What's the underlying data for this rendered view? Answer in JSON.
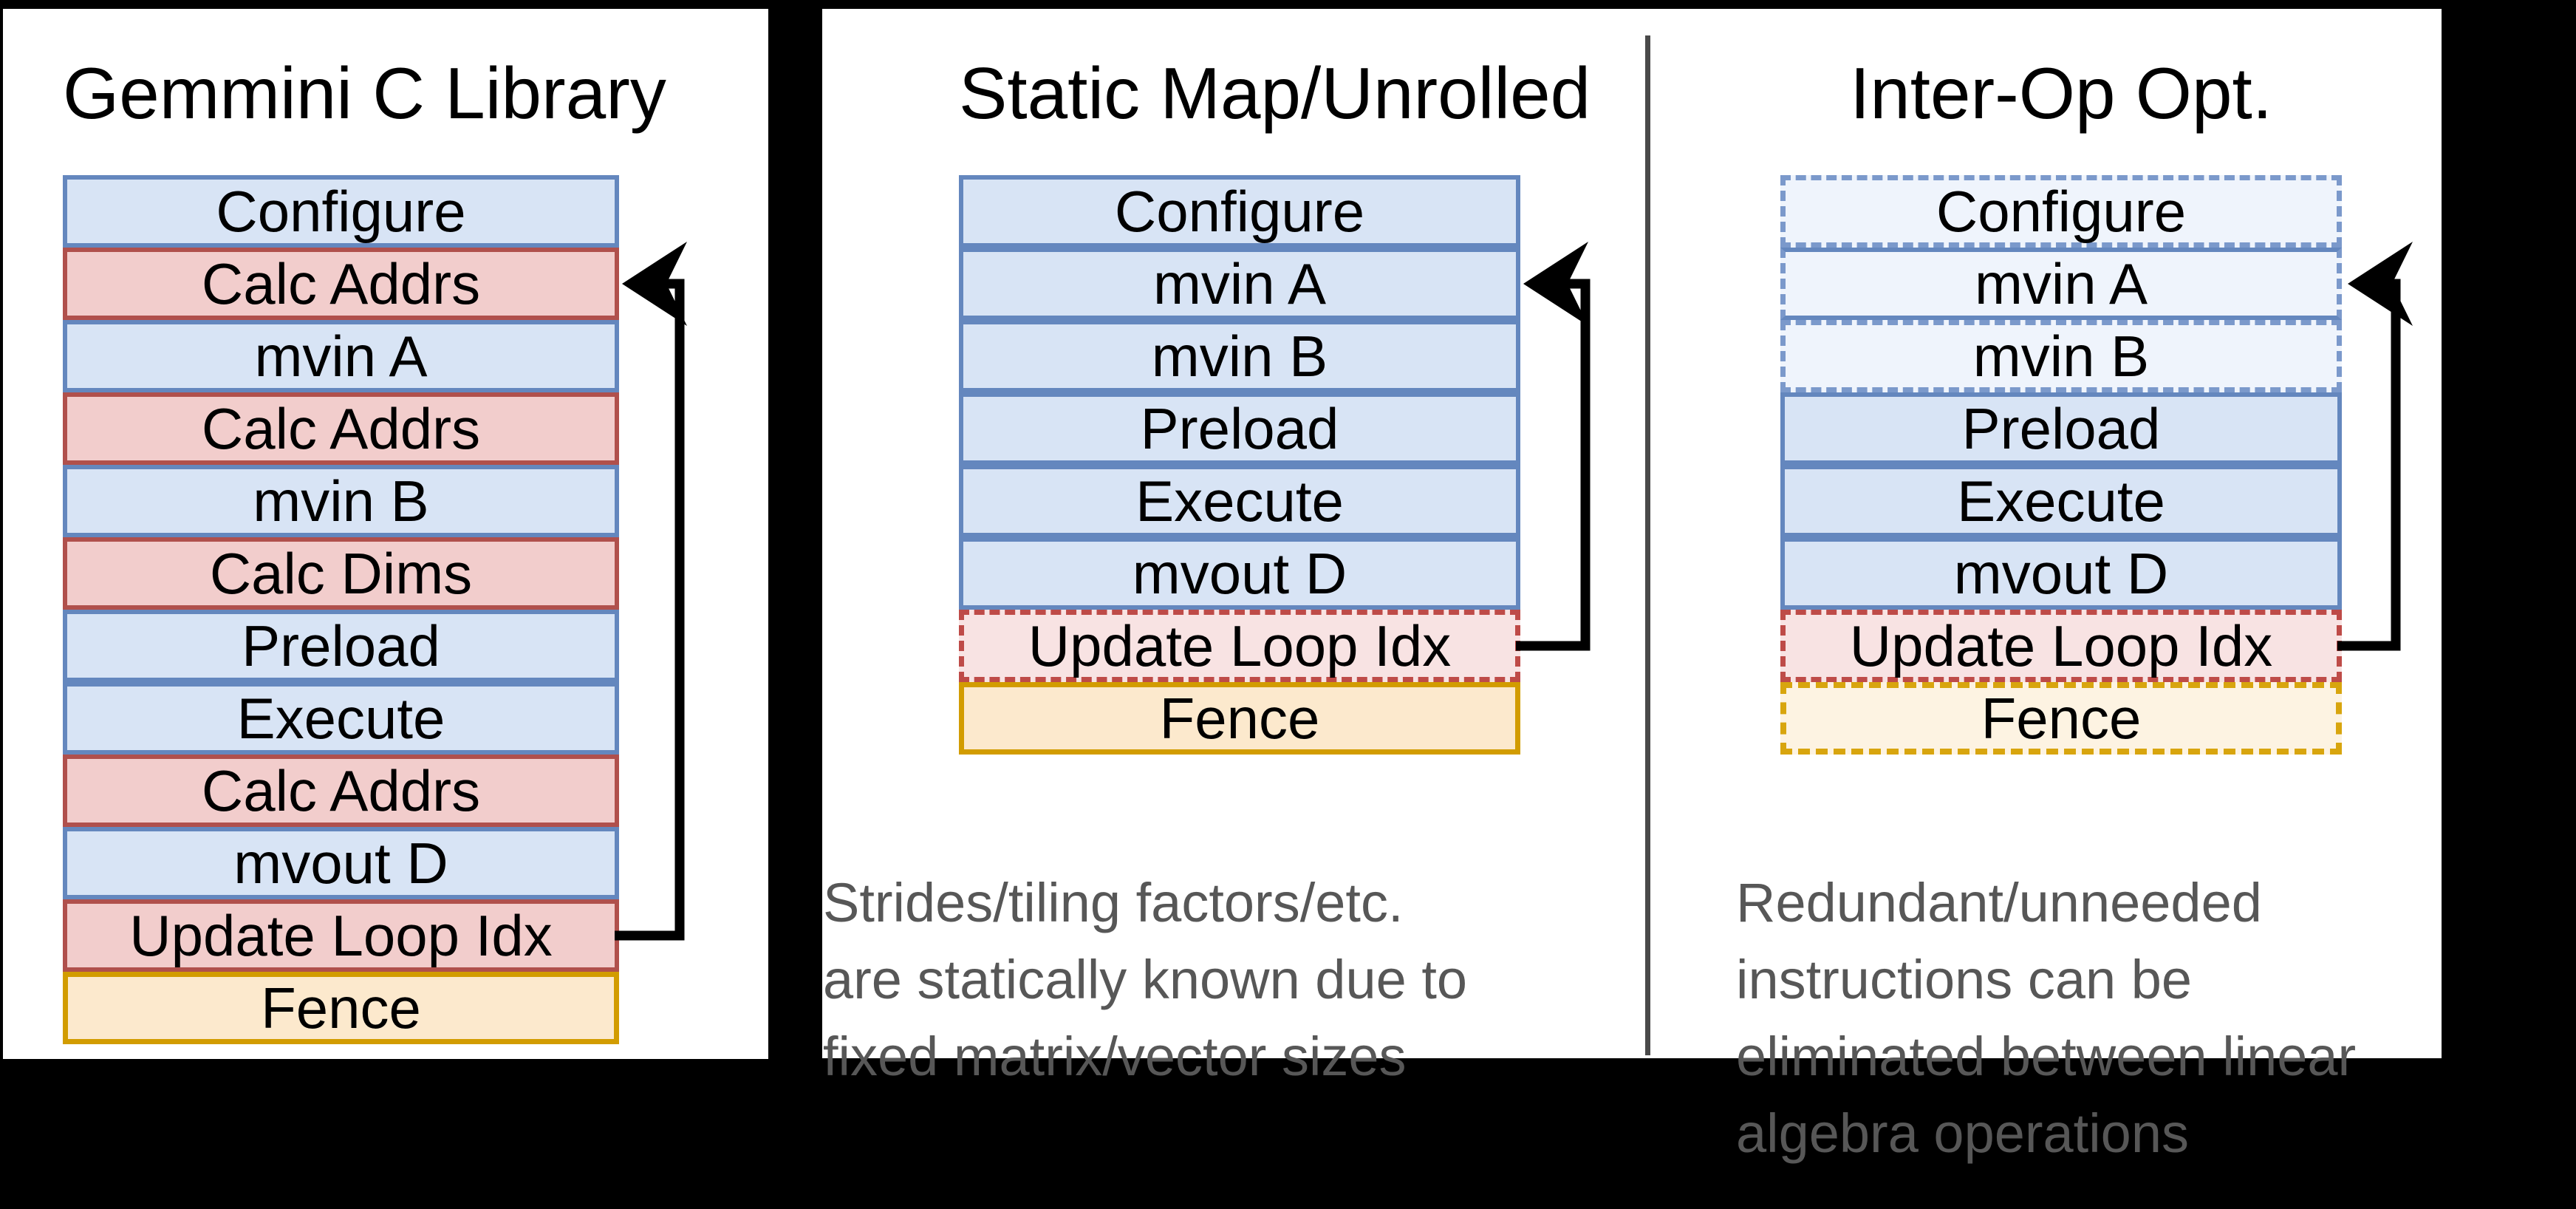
{
  "figure_title": "Gemmini instruction stream optimization comparison",
  "colors": {
    "background": "#000000",
    "panel": "#ffffff",
    "blue_fill": "#D8E4F5",
    "blue_border": "#6487BE",
    "blue_faded_fill": "#EFF4FC",
    "pink_fill": "#F2CDCC",
    "pink_border": "#B0504C",
    "pink_faded_fill": "#F8E3E3",
    "orange_fill": "#FCE9CD",
    "orange_border": "#D29C00",
    "orange_faded_fill": "#FDF3E2",
    "caption_text": "#575757",
    "arrow": "#000000",
    "divider": "#4a4a4a"
  },
  "columns": [
    {
      "title": "Gemmini C Library",
      "boxes": [
        {
          "label": "Configure",
          "style": "blue"
        },
        {
          "label": "Calc Addrs",
          "style": "pink"
        },
        {
          "label": "mvin A",
          "style": "blue"
        },
        {
          "label": "Calc Addrs",
          "style": "pink"
        },
        {
          "label": "mvin B",
          "style": "blue"
        },
        {
          "label": "Calc Dims",
          "style": "pink"
        },
        {
          "label": "Preload",
          "style": "blue"
        },
        {
          "label": "Execute",
          "style": "blue"
        },
        {
          "label": "Calc Addrs",
          "style": "pink"
        },
        {
          "label": "mvout D",
          "style": "blue"
        },
        {
          "label": "Update Loop Idx",
          "style": "pink"
        },
        {
          "label": "Fence",
          "style": "orange"
        }
      ],
      "loop_arrow": {
        "from": "Update Loop Idx",
        "to": "Calc Addrs"
      },
      "caption_lines": []
    },
    {
      "title": "Static Map/Unrolled",
      "boxes": [
        {
          "label": "Configure",
          "style": "blue"
        },
        {
          "label": "mvin A",
          "style": "blue"
        },
        {
          "label": "mvin B",
          "style": "blue"
        },
        {
          "label": "Preload",
          "style": "blue"
        },
        {
          "label": "Execute",
          "style": "blue"
        },
        {
          "label": "mvout D",
          "style": "blue"
        },
        {
          "label": "Update Loop Idx",
          "style": "pink-dashed"
        },
        {
          "label": "Fence",
          "style": "orange"
        }
      ],
      "loop_arrow": {
        "from": "Update Loop Idx",
        "to": "mvin A"
      },
      "caption_lines": [
        "Strides/tiling factors/etc.",
        "are statically known due to",
        "fixed matrix/vector sizes"
      ]
    },
    {
      "title": "Inter-Op Opt.",
      "boxes": [
        {
          "label": "Configure",
          "style": "blue-dashed"
        },
        {
          "label": "mvin A",
          "style": "blue-mixed"
        },
        {
          "label": "mvin B",
          "style": "blue-dashed"
        },
        {
          "label": "Preload",
          "style": "blue"
        },
        {
          "label": "Execute",
          "style": "blue"
        },
        {
          "label": "mvout D",
          "style": "blue"
        },
        {
          "label": "Update Loop Idx",
          "style": "pink-dashed"
        },
        {
          "label": "Fence",
          "style": "orange-dashed"
        }
      ],
      "loop_arrow": {
        "from": "Update Loop Idx",
        "to": "mvin A"
      },
      "caption_lines": [
        "Redundant/unneeded",
        "instructions can be",
        "eliminated between linear",
        "algebra operations"
      ]
    }
  ]
}
